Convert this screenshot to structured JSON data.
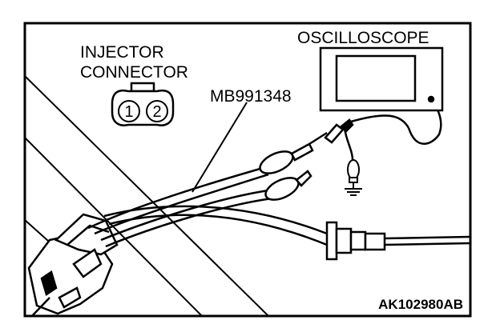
{
  "diagram": {
    "labels": {
      "injector_connector_line1": "INJECTOR",
      "injector_connector_line2": "CONNECTOR",
      "harness_tool": "MB991348",
      "oscilloscope": "OSCILLOSCOPE",
      "figure_code": "AK102980AB"
    },
    "connector_pins": [
      "1",
      "2"
    ]
  }
}
